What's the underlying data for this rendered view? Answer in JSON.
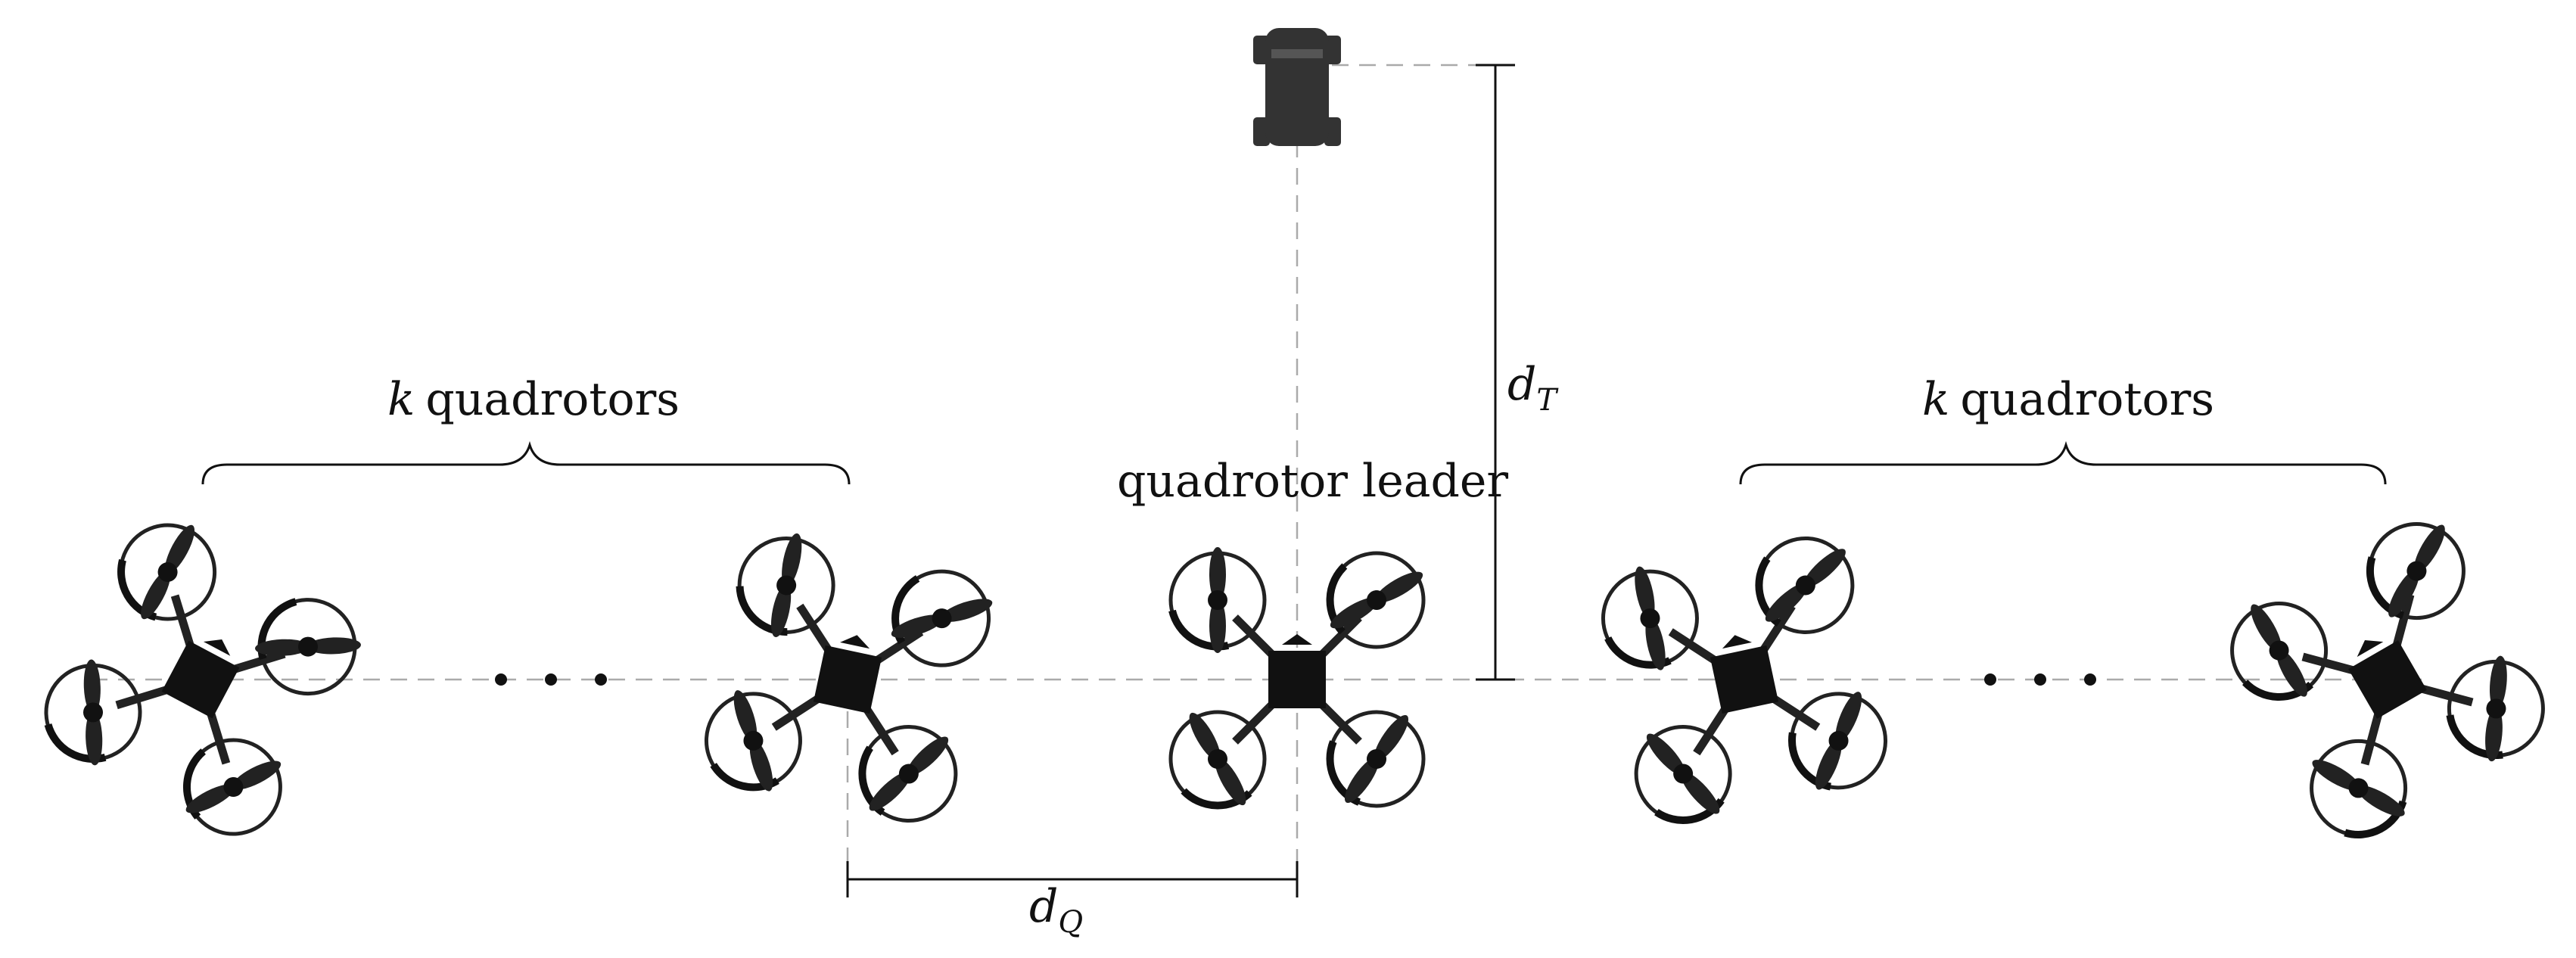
{
  "labels": {
    "left_group": "k quadrotors",
    "right_group": "k quadrotors",
    "leader": "quadrotor leader",
    "d_T": {
      "symbol": "d",
      "subscript": "T"
    },
    "d_Q": {
      "symbol": "d",
      "subscript": "Q"
    },
    "k_symbol": "k",
    "group_word": "quadrotors"
  },
  "colors": {
    "drone_dark": "#111111",
    "drone_mid": "#333333",
    "guide_line": "#aaaaaa",
    "vehicle": "#333333"
  },
  "icons": [
    "quadrotor-icon",
    "ground-vehicle-icon"
  ]
}
